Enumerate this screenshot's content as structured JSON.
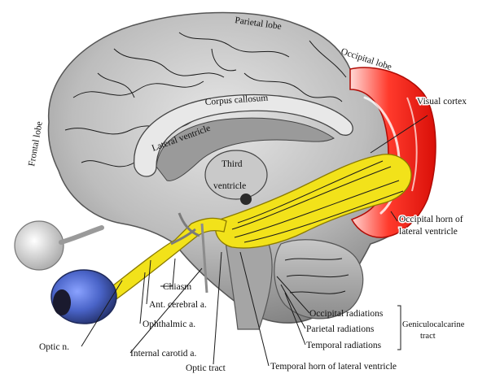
{
  "diagram": {
    "labels": {
      "parietal_lobe": "Parietal lobe",
      "occipital_lobe": "Occipital lobe",
      "frontal_lobe": "Frontal lobe",
      "corpus_callosum": "Corpus callosum",
      "lateral_ventricle": "Lateral ventricle",
      "visual_cortex": "Visual cortex",
      "third_ventricle_1": "Third",
      "third_ventricle_2": "ventricle",
      "occipital_horn_1": "Occipital horn of",
      "occipital_horn_2": "lateral ventricle",
      "chiasm": "Chiasm",
      "ant_cerebral": "Ant. cerebral a.",
      "ophthalmic": "Ophthalmic a.",
      "optic_n": "Optic n.",
      "internal_carotid": "Internal carotid a.",
      "optic_tract": "Optic tract",
      "temporal_horn": "Temporal horn of lateral ventricle",
      "occipital_radiations": "Occipital radiations",
      "parietal_radiations": "Parietal radiations",
      "temporal_radiations": "Temporal radiations",
      "geniculocalcarine_1": "Geniculocalcarine",
      "geniculocalcarine_2": "tract"
    },
    "colors": {
      "visual_pathway": "#f2e21a",
      "visual_cortex": "#ee1c12",
      "eyeball": "#4a64c8",
      "brain": "#b9b9b9"
    }
  }
}
